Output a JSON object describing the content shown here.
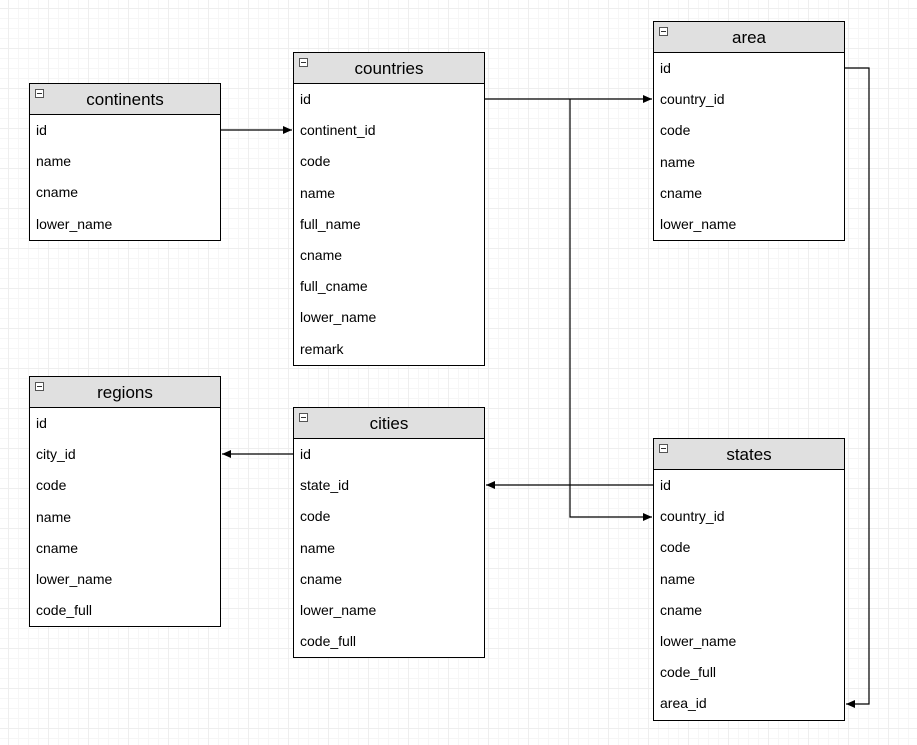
{
  "tables": {
    "continents": {
      "title": "continents",
      "fields": [
        "id",
        "name",
        "cname",
        "lower_name"
      ]
    },
    "countries": {
      "title": "countries",
      "fields": [
        "id",
        "continent_id",
        "code",
        "name",
        "full_name",
        "cname",
        "full_cname",
        "lower_name",
        "remark"
      ]
    },
    "area": {
      "title": "area",
      "fields": [
        "id",
        "country_id",
        "code",
        "name",
        "cname",
        "lower_name"
      ]
    },
    "regions": {
      "title": "regions",
      "fields": [
        "id",
        "city_id",
        "code",
        "name",
        "cname",
        "lower_name",
        "code_full"
      ]
    },
    "cities": {
      "title": "cities",
      "fields": [
        "id",
        "state_id",
        "code",
        "name",
        "cname",
        "lower_name",
        "code_full"
      ]
    },
    "states": {
      "title": "states",
      "fields": [
        "id",
        "country_id",
        "code",
        "name",
        "cname",
        "lower_name",
        "code_full",
        "area_id"
      ]
    }
  },
  "relations": [
    {
      "from": "continents.id",
      "to": "countries.continent_id"
    },
    {
      "from": "countries.id",
      "to": "area.country_id"
    },
    {
      "from": "countries.id",
      "to": "states.country_id"
    },
    {
      "from": "states.id",
      "to": "cities.state_id"
    },
    {
      "from": "cities.id",
      "to": "regions.city_id"
    },
    {
      "from": "area.id",
      "to": "states.area_id"
    }
  ],
  "colors": {
    "header_fill": "#e0e0e0",
    "line": "#000000",
    "grid": "#eeeeee"
  }
}
